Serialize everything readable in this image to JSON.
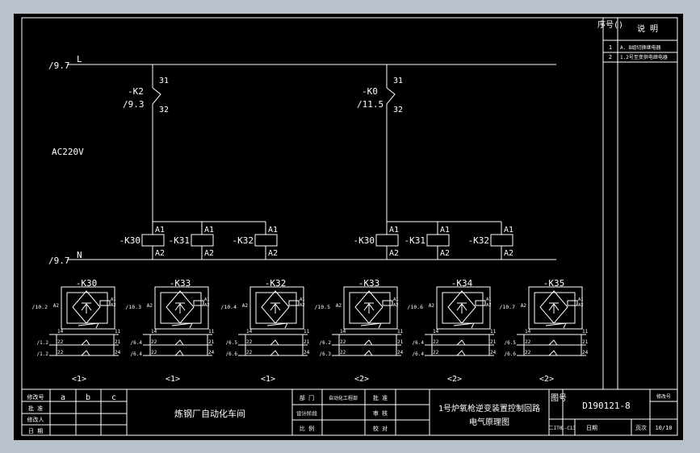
{
  "top": {
    "sheet_ref": "/9.7",
    "l_label": "L",
    "n_label": "N",
    "voltage": "AC220V",
    "contact_ncs": [
      {
        "tag": "-K2",
        "ref": "/9.3",
        "top": "31",
        "bot": "32"
      },
      {
        "tag": "-K0",
        "ref": "/11.5",
        "top": "31",
        "bot": "32"
      }
    ],
    "coils": [
      {
        "tag": "-K30",
        "a1": "A1",
        "a2": "A2"
      },
      {
        "tag": "-K31",
        "a1": "A1",
        "a2": "A2"
      },
      {
        "tag": "-K32",
        "a1": "A1",
        "a2": "A2"
      },
      {
        "tag": "-K30",
        "a1": "A1",
        "a2": "A2"
      },
      {
        "tag": "-K31",
        "a1": "A1",
        "a2": "A2"
      },
      {
        "tag": "-K32",
        "a1": "A1",
        "a2": "A2"
      }
    ]
  },
  "modules": [
    {
      "title": "-K30",
      "ref": "/10.2",
      "l1": "/1.2",
      "l2": "/1.2",
      "note": "<1>"
    },
    {
      "title": "-K33",
      "ref": "/10.3",
      "l1": "/6.4",
      "l2": "/6.4",
      "note": "<1>"
    },
    {
      "title": "-K32",
      "ref": "/10.4",
      "l1": "/6.5",
      "l2": "/6.6",
      "note": "<1>"
    },
    {
      "title": "-K33",
      "ref": "/10.5",
      "l1": "/6.2",
      "l2": "/6.3",
      "note": "<2>"
    },
    {
      "title": "-K34",
      "ref": "/10.6",
      "l1": "/6.4",
      "l2": "/6.4",
      "note": "<2>"
    },
    {
      "title": "-K35",
      "ref": "/10.7",
      "l1": "/6.5",
      "l2": "/6.6",
      "note": "<2>"
    }
  ],
  "module_pins": {
    "a2": "A2",
    "a1": "A1",
    "b": "A2",
    "p14": "14",
    "p11": "11",
    "p22": "22",
    "p21": "21",
    "p24": "24"
  },
  "notes_table": {
    "header_no": "序号()",
    "header_desc": "说 明",
    "rows": [
      {
        "no": "1",
        "desc": "A. B组切换继电器"
      },
      {
        "no": "2",
        "desc": "1.2号至变供电继电器"
      }
    ]
  },
  "title_block": {
    "rev_header": "修改号",
    "rev_cols": [
      "a",
      "b",
      "c"
    ],
    "row_labels": [
      "批 准",
      "修改人",
      "日 期"
    ],
    "company": "炼钢厂自动化车间",
    "dept_label": "部 门",
    "dept_value": "自动化工程部",
    "approve_label": "批 准",
    "design_label": "设计阶段",
    "review_label": "审 核",
    "scale_label": "比 例",
    "check_label": "校 对",
    "drawing_title_1": "1号炉氧枪逆变装置控制回路",
    "drawing_title_2": "电气原理图",
    "drawing_no_label": "图号",
    "drawing_no": "D190121-8",
    "revision_label": "修改号",
    "std": "二IT0",
    "std2": "1-C13",
    "date_label": "日期",
    "page_label": "页次",
    "page": "10/10"
  }
}
